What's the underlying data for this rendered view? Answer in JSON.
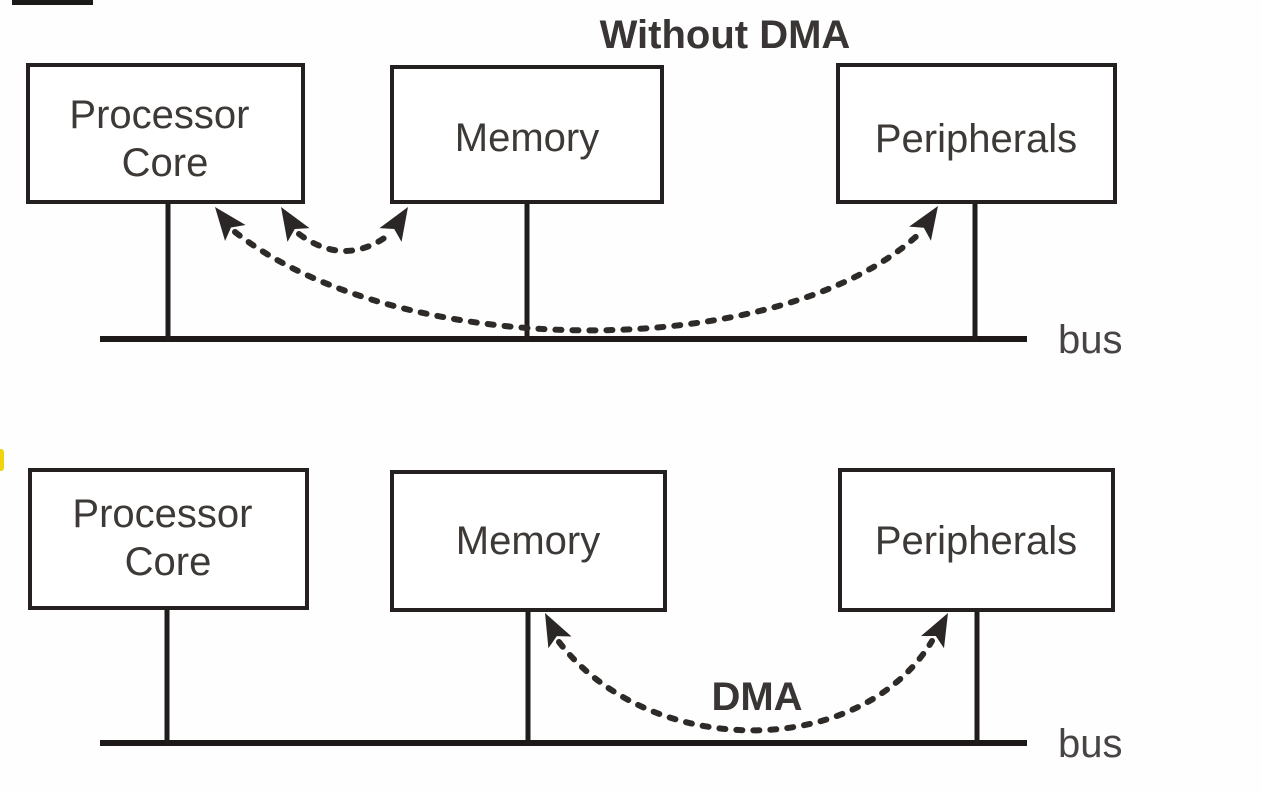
{
  "colors": {
    "ink": "#23201f",
    "text": "#3d3937",
    "dash": "#2e2a28",
    "highlight_yellow": "#f2d40c",
    "background": "#fefefe"
  },
  "top": {
    "title": "Without DMA",
    "boxes": {
      "processor": [
        "Processor",
        "Core"
      ],
      "memory": "Memory",
      "peripherals": "Peripherals"
    },
    "bus_label": "bus",
    "arrows": [
      {
        "name": "memory-processor-transfer",
        "from": "Memory",
        "to": "Processor Core",
        "style": "dashed-arc",
        "heads": "both"
      },
      {
        "name": "peripherals-processor-transfer",
        "from": "Peripherals",
        "to": "Processor Core",
        "style": "dashed-arc",
        "heads": "both"
      }
    ]
  },
  "bottom": {
    "boxes": {
      "processor": [
        "Processor",
        "Core"
      ],
      "memory": "Memory",
      "peripherals": "Peripherals"
    },
    "bus_label": "bus",
    "dma_label": "DMA",
    "arrows": [
      {
        "name": "dma-transfer",
        "from": "Memory",
        "to": "Peripherals",
        "style": "dashed-arc",
        "heads": "both",
        "label": "DMA"
      }
    ]
  }
}
